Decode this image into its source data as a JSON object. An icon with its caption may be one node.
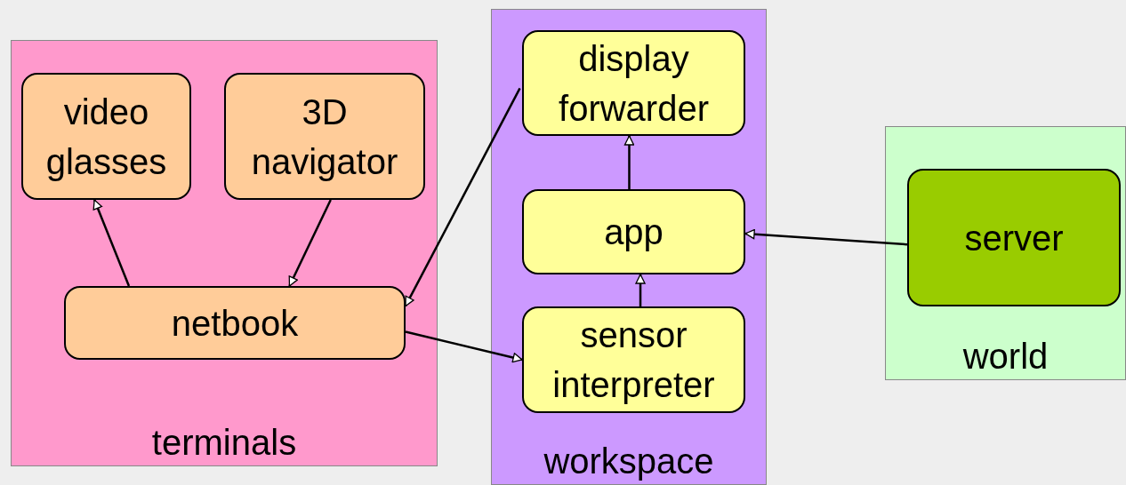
{
  "diagram": {
    "nodes": [
      {
        "text": [
          "terminals"
        ]
      },
      {
        "text": [
          "video glasses"
        ],
        "in": 0
      },
      {
        "text": [
          "3D navigator"
        ],
        "in": 0
      },
      {
        "text": [
          "netbook"
        ],
        "in": 0
      },
      {
        "text": [
          "workspace"
        ]
      },
      {
        "text": [
          "display forwarder"
        ],
        "in": 4
      },
      {
        "text": [
          "app"
        ],
        "in": 4
      },
      {
        "text": [
          "sensor interpreter"
        ],
        "in": 4
      },
      {
        "text": [
          "world"
        ]
      },
      {
        "text": [
          "server"
        ],
        "in": 8
      }
    ],
    "edges": [
      {
        "from": 3,
        "to": 1,
        "arrow": "to"
      },
      {
        "from": 2,
        "to": 3,
        "arrow": "to"
      },
      {
        "from": 5,
        "to": 3,
        "arrow": "to"
      },
      {
        "from": 3,
        "to": 7,
        "arrow": "to"
      },
      {
        "from": 6,
        "to": 5,
        "arrow": "to"
      },
      {
        "from": 7,
        "to": 6,
        "arrow": "to"
      },
      {
        "from": 9,
        "to": 6,
        "arrow": "to"
      }
    ]
  }
}
